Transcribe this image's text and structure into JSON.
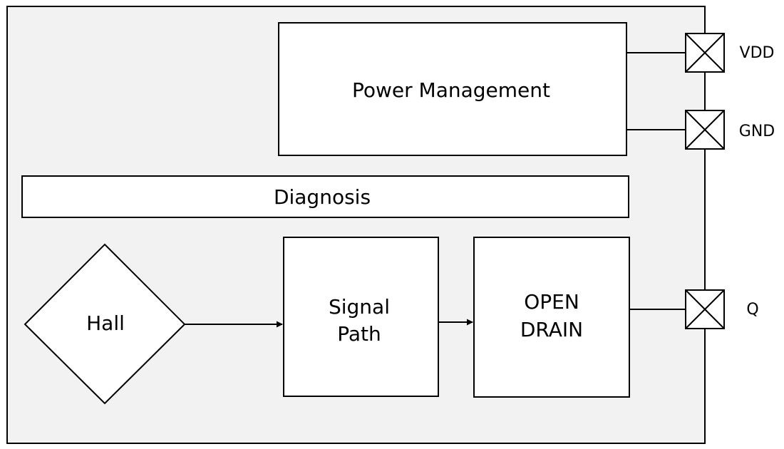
{
  "blocks": {
    "power_management": "Power Management",
    "diagnosis": "Diagnosis",
    "hall": "Hall",
    "signal_path": [
      "Signal",
      "Path"
    ],
    "open_drain": [
      "OPEN",
      "DRAIN"
    ]
  },
  "pins": {
    "vdd": "VDD",
    "gnd": "GND",
    "q": "Q"
  },
  "colors": {
    "chip_fill": "#f2f2f2",
    "block_fill": "#ffffff",
    "stroke": "#000000"
  }
}
